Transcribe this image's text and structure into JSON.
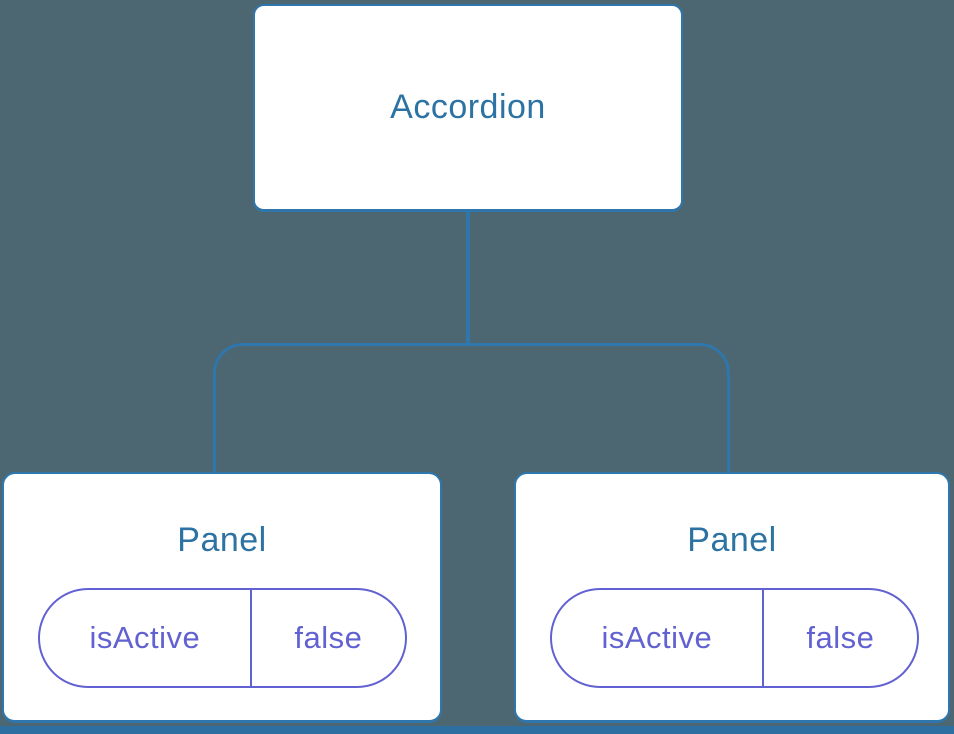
{
  "diagram": {
    "description": "Component tree: Accordion parent with two Panel children, each holding isActive state",
    "root": {
      "label": "Accordion"
    },
    "children": [
      {
        "label": "Panel",
        "state": {
          "name": "isActive",
          "value": "false"
        }
      },
      {
        "label": "Panel",
        "state": {
          "name": "isActive",
          "value": "false"
        }
      }
    ]
  },
  "colors": {
    "background": "#4d6772",
    "node_fill": "#ffffff",
    "node_border": "#2e76ab",
    "node_label": "#2c73a3",
    "connector": "#2e76ab",
    "state_pill": "#6161d1",
    "bottom_strip": "#2d6fa0"
  }
}
